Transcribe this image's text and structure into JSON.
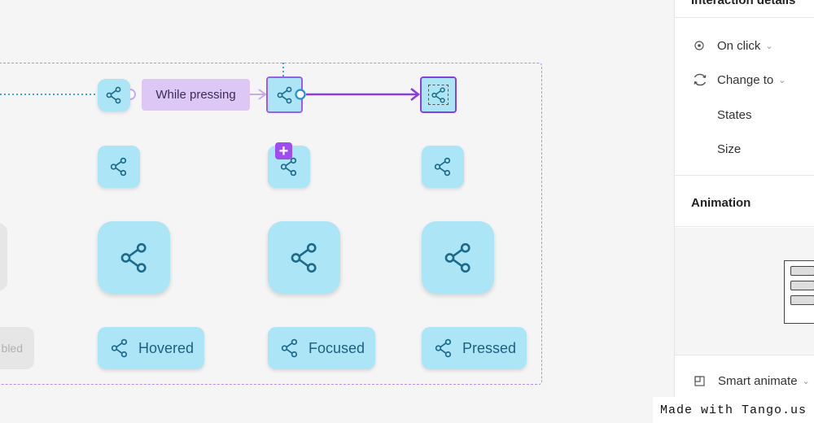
{
  "canvas": {
    "trigger_label": "While pressing",
    "states": [
      "Hovered",
      "Focused",
      "Pressed"
    ],
    "disabled_label_partial": "bled"
  },
  "panel": {
    "header_partial": "Interaction details",
    "trigger": "On click",
    "action": "Change to",
    "states_label": "States",
    "size_label": "Size",
    "animation_header": "Animation",
    "animation_type": "Smart animate"
  },
  "colors": {
    "tile": "#ace6f6",
    "icon": "#1e6a8a",
    "accent_purple": "#8b3ee0",
    "dotted_link": "#3fa6d8"
  },
  "icons": {
    "share": "share-icon",
    "add": "plus-icon",
    "trigger": "target-icon",
    "action": "refresh-icon",
    "animation": "smart-animate-icon"
  },
  "watermark": "Made with Tango.us"
}
